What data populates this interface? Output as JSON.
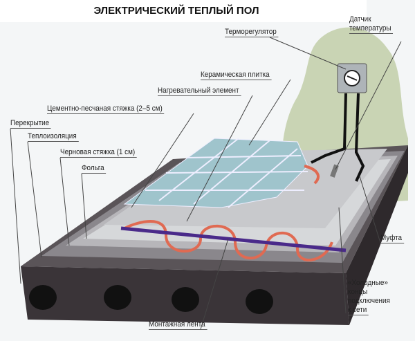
{
  "title": "ЭЛЕКТРИЧЕСКИЙ ТЕПЛЫЙ ПОЛ",
  "labels": {
    "thermostat": "Терморегулятор",
    "sensor_1": "Датчик",
    "sensor_2": "температуры",
    "tile": "Керамическая плитка",
    "heating": "Нагревательный элемент",
    "screed": "Цементно-песчаная стяжка (2–5 см)",
    "slab": "Перекрытие",
    "insulation": "Теплоизоляция",
    "rough_screed": "Черновая стяжка (1 см)",
    "foil": "Фольга",
    "coupling": "Муфта",
    "cold_1": "«Холодные»",
    "cold_2": "концы",
    "cold_3": "подключения",
    "cold_4": "к сети",
    "tape": "Монтажная лента"
  },
  "colors": {
    "cable": "#e06a52",
    "tape": "#4a2a8a",
    "tile": "#9fc4cc",
    "wall": "#c9d4b4",
    "slab": "#3a3438"
  }
}
